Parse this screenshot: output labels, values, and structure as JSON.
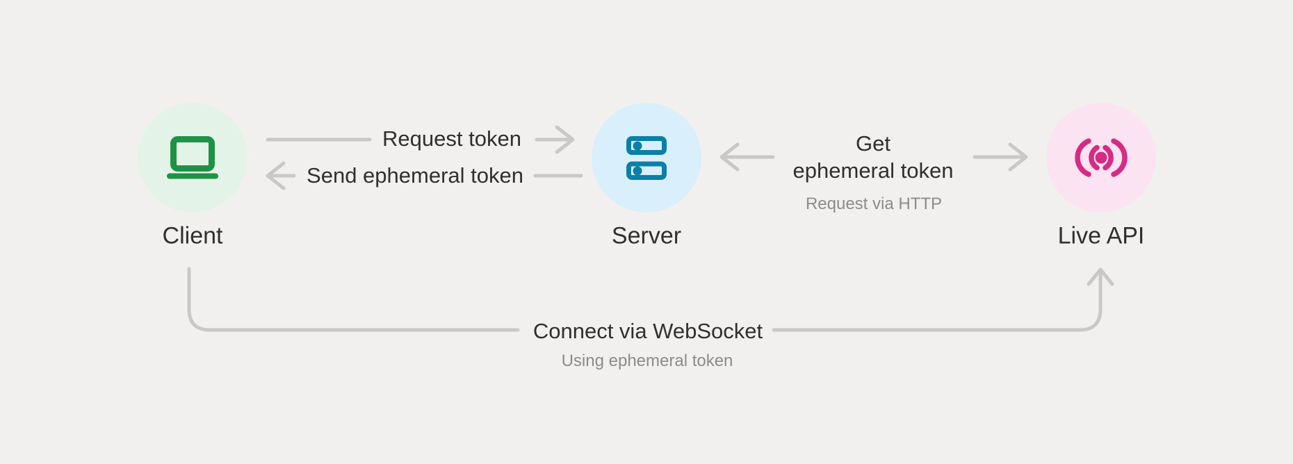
{
  "colors": {
    "background": "#F2F0EE",
    "connector_line": "#C9C8C6",
    "text_primary": "#2F2F2D",
    "text_secondary": "#8B8B88"
  },
  "nodes": {
    "client": {
      "label": "Client",
      "icon": "laptop-icon",
      "circle_color": "#E4F3E7",
      "icon_color": "#1F9246"
    },
    "server": {
      "label": "Server",
      "icon": "server-icon",
      "circle_color": "#D9EFFB",
      "icon_color": "#0B80A6"
    },
    "live_api": {
      "label": "Live API",
      "icon": "broadcast-icon",
      "circle_color": "#FBE3F1",
      "icon_color": "#D62B84"
    }
  },
  "edges": {
    "request_token": {
      "label": "Request token",
      "from": "client",
      "to": "server"
    },
    "send_ephemeral_token": {
      "label": "Send ephemeral token",
      "from": "server",
      "to": "client"
    },
    "get_ephemeral_token": {
      "label_line1": "Get",
      "label_line2": "ephemeral token",
      "subtitle": "Request via HTTP",
      "from": "server",
      "to": "live_api"
    },
    "connect_websocket": {
      "label": "Connect via WebSocket",
      "subtitle": "Using ephemeral token",
      "from": "client",
      "to": "live_api"
    }
  }
}
